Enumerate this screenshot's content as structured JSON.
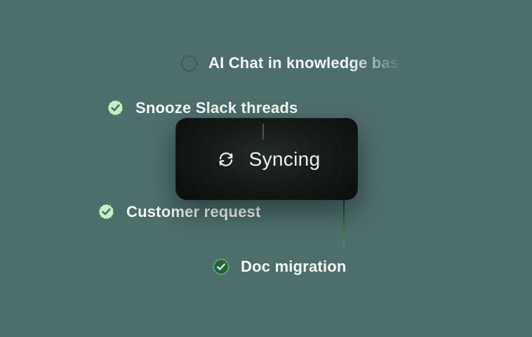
{
  "canvas": {
    "description": "task list illustration with syncing status card"
  },
  "colors": {
    "canvas_bg": "#4e6e6c",
    "text": "#f4f6f3",
    "accent_green": "#2f7d4f",
    "light_green": "#cfe8cf",
    "dark_green": "#25603a",
    "panel_bg": "#101512"
  },
  "sync_panel": {
    "label": "Syncing",
    "icon": "sync-arrows-icon"
  },
  "tasks": [
    {
      "label": "AI Chat in knowledge base",
      "state": "pending",
      "icon": "dashed-circle-icon"
    },
    {
      "label": "Snooze Slack threads",
      "state": "in_progress",
      "icon": "check-circle-light-icon"
    },
    {
      "label": "Customer request",
      "state": "in_progress",
      "icon": "check-circle-light-icon"
    },
    {
      "label": "Doc migration",
      "state": "done",
      "icon": "check-circle-dark-icon"
    }
  ]
}
